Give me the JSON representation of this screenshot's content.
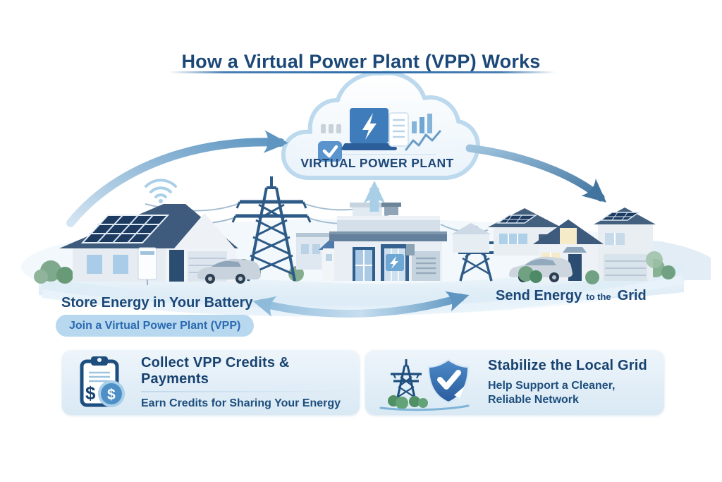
{
  "title": "How a Virtual Power Plant (VPP) Works",
  "cloud": {
    "label": "VIRTUAL POWER PLANT"
  },
  "callouts": {
    "store": {
      "heading": "Store Energy in Your Battery",
      "badge": "Join a Virtual Power Plant (VPP)"
    },
    "send": {
      "lead": "Send Energy",
      "connector": "to the",
      "tail": "Grid"
    }
  },
  "panels": [
    {
      "icon": "clipboard-dollar-icon",
      "title": "Collect VPP Credits & Payments",
      "subtitle": "Earn Credits for Sharing Your Energy"
    },
    {
      "icon": "tower-shield-check-icon",
      "title": "Stabilize the Local Grid",
      "subtitle": "Help Support a Cleaner, Reliable Network"
    }
  ],
  "glyphs": {
    "dollar": "$"
  },
  "colors": {
    "title_text": "#1b4878",
    "arrow_blue": "#5e96c1",
    "arrow_dark": "#41749f",
    "arrow_light": "#a9cfe7",
    "badge_bg": "#b7d8ee",
    "badge_text": "#2c6ab2",
    "panel_bg": "#e4eff8",
    "panel_title": "#17426f",
    "solar_panel": "#1d3b61",
    "roof_slate": "#3e5a7c",
    "shield_blue": "#3570b4",
    "bush_green": "#5f9a74",
    "cloud_outline": "#bcd9ee"
  }
}
